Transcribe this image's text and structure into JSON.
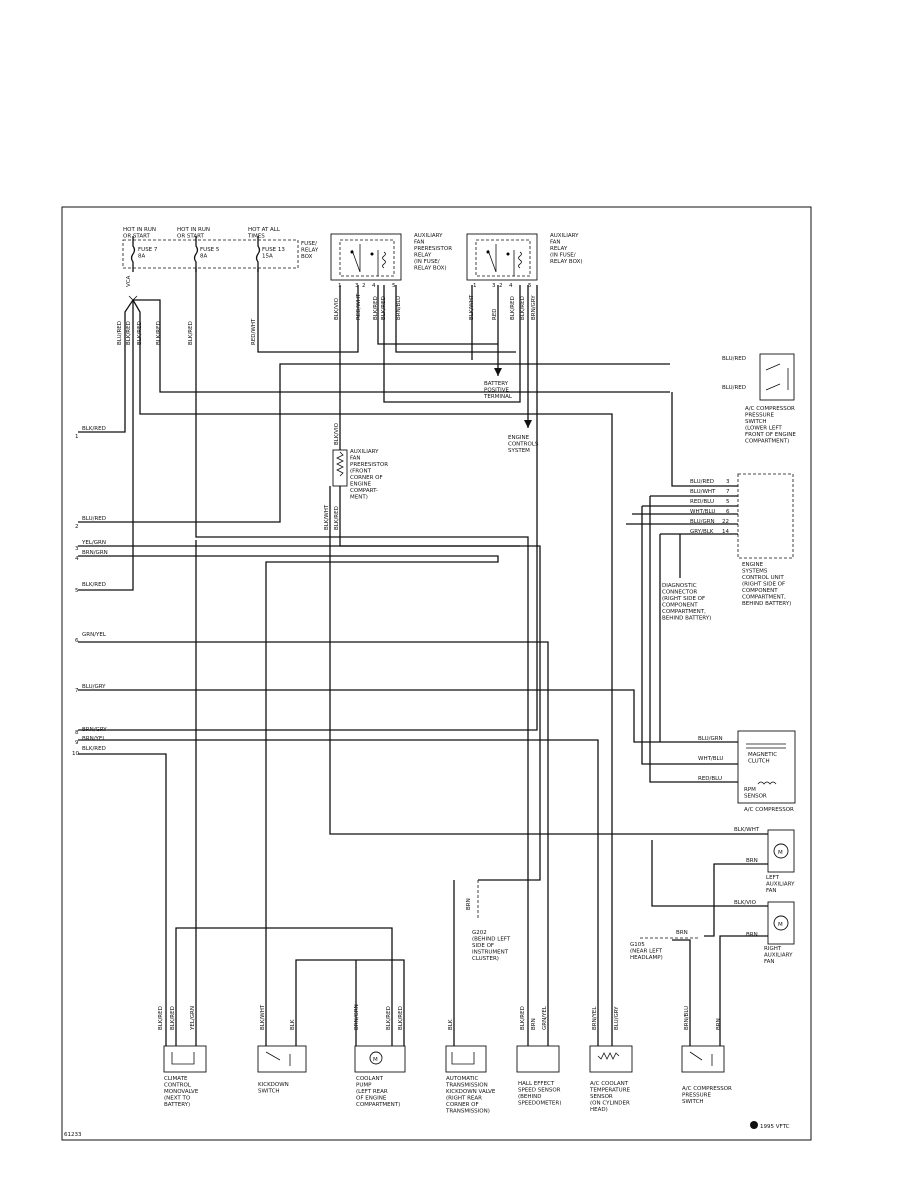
{
  "fuse_box": {
    "feeds": [
      "HOT IN RUN\nOR START",
      "HOT IN RUN\nOR START",
      "HOT AT ALL\nTIMES"
    ],
    "fuses": [
      "FUSE 7\n8A",
      "FUSE 5\n8A",
      "FUSE 13\n15A"
    ],
    "label": "FUSE/\nRELAY\nBOX",
    "connector": "VCA"
  },
  "relays": [
    {
      "label": "AUXILIARY\nFAN\nPRERESISTOR\nRELAY\n(IN FUSE/\nRELAY BOX)",
      "pins": [
        "1",
        "3",
        "2",
        "4",
        "5"
      ],
      "wires": [
        "BLK/VIO",
        "RED/WHT",
        "BLK/RED",
        "BLK/RED",
        "BRN/BLU"
      ]
    },
    {
      "label": "AUXILIARY\nFAN\nRELAY\n(IN FUSE/\nRELAY BOX)",
      "pins": [
        "1",
        "3",
        "2",
        "4",
        "5"
      ],
      "wires": [
        "BLK/WHT",
        "RED",
        "BLK/RED",
        "BLK/RED",
        "BRN/GRY"
      ]
    }
  ],
  "left_wires": {
    "numbers": [
      "1",
      "2",
      "3",
      "4",
      "5",
      "6",
      "7",
      "8",
      "9",
      "10"
    ],
    "colors": [
      "BLK/RED",
      "BLU/RED",
      "YEL/GRN",
      "BRN/GRN",
      "BLK/RED",
      "GRN/YEL",
      "BLU/GRY",
      "BRN/GRY",
      "BRN/YEL",
      "BLK/RED"
    ]
  },
  "vertical_labels": [
    "BLU/RED",
    "BLK/RED",
    "BLK/RED",
    "BLK/RED",
    "RED/WHT",
    "BLK/VIO",
    "BLK/WHT",
    "BLK/RED",
    "BRN",
    "BLK/RED",
    "BRN",
    "GRN/YEL"
  ],
  "labels": {
    "battery": "BATTERY\nPOSITIVE\nTERMINAL",
    "ecs": "ENGINE\nCONTROLS\nSYSTEM",
    "prerestistor": "AUXILIARY\nFAN\nPRERESISTOR\n(FRONT\nCORNER OF\nENGINE\nCOMPART-\nMENT)",
    "ac_pressure": "A/C COMPRESSOR\nPRESSURE\nSWITCH\n(LOWER LEFT\nFRONT OF ENGINE\nCOMPARTMENT)",
    "ecu": "ENGINE\nSYSTEMS\nCONTROL UNIT\n(RIGHT SIDE OF\nCOMPONENT\nCOMPARTMENT,\nBEHIND BATTERY)",
    "diag": "DIAGNOSTIC\nCONNECTOR\n(RIGHT SIDE OF\nCOMPONENT\nCOMPARTMENT,\nBEHIND BATTERY)",
    "clutch": "MAGNETIC\nCLUTCH",
    "rpm": "RPM\nSENSOR",
    "compressor": "A/C COMPRESSOR",
    "left_fan": "LEFT\nAUXILIARY\nFAN",
    "right_fan": "RIGHT\nAUXILIARY\nFAN",
    "g202": "G202\n(BEHIND LEFT\nSIDE OF\nINSTRUMENT\nCLUSTER)",
    "g105": "G105\n(NEAR LEFT\nHEADLAMP)",
    "c1": "CLIMATE\nCONTROL\nMONOVALVE\n(NEXT TO\nBATTERY)",
    "c2": "KICKDOWN\nSWITCH",
    "c3": "COOLANT\nPUMP\n(LEFT REAR\nOF ENGINE\nCOMPARTMENT)",
    "c4": "AUTOMATIC\nTRANSMISSION\nKICKDOWN VALVE\n(RIGHT REAR\nCORNER OF\nTRANSMISSION)",
    "c5": "HALL EFFECT\nSPEED SENSOR\n(BEHIND\nSPEEDOMETER)",
    "c6": "A/C COOLANT\nTEMPERATURE\nSENSOR\n(ON CYLINDER\nHEAD)",
    "c7": "A/C COMPRESSOR\nPRESSURE\nSWITCH",
    "footer_id": "61233",
    "copyright": "1995 VFTC"
  },
  "ecu_pins": [
    {
      "wire": "BLU/RED",
      "pin": "3"
    },
    {
      "wire": "BLU/WHT",
      "pin": "7"
    },
    {
      "wire": "RED/BLU",
      "pin": "5"
    },
    {
      "wire": "WHT/BLU",
      "pin": "6"
    },
    {
      "wire": "BLU/GRN",
      "pin": "22"
    },
    {
      "wire": "GRY/BLK",
      "pin": "14"
    }
  ],
  "right_wires": [
    "BLU/RED",
    "BLU/RED",
    "BLU/GRN",
    "WHT/BLU",
    "RED/BLU",
    "BLK/WHT",
    "BRN",
    "BLK/VIO",
    "BRN",
    "BRN"
  ],
  "bottom_wires": {
    "c1": [
      "BLK/RED",
      "BLK/RED",
      "YEL/GRN"
    ],
    "c2": [
      "BLK/WHT",
      "BLK"
    ],
    "c3": [
      "BRN/GRN",
      "BLK/RED",
      "BLK/RED"
    ],
    "c4": [
      "BLK"
    ],
    "c5": [
      "BLK/RED",
      "BRN",
      "GRN/YEL"
    ],
    "c6": [
      "BRN/YEL",
      "BLU/GRY"
    ],
    "c7": [
      "BRN/BLU",
      "BRN"
    ]
  }
}
